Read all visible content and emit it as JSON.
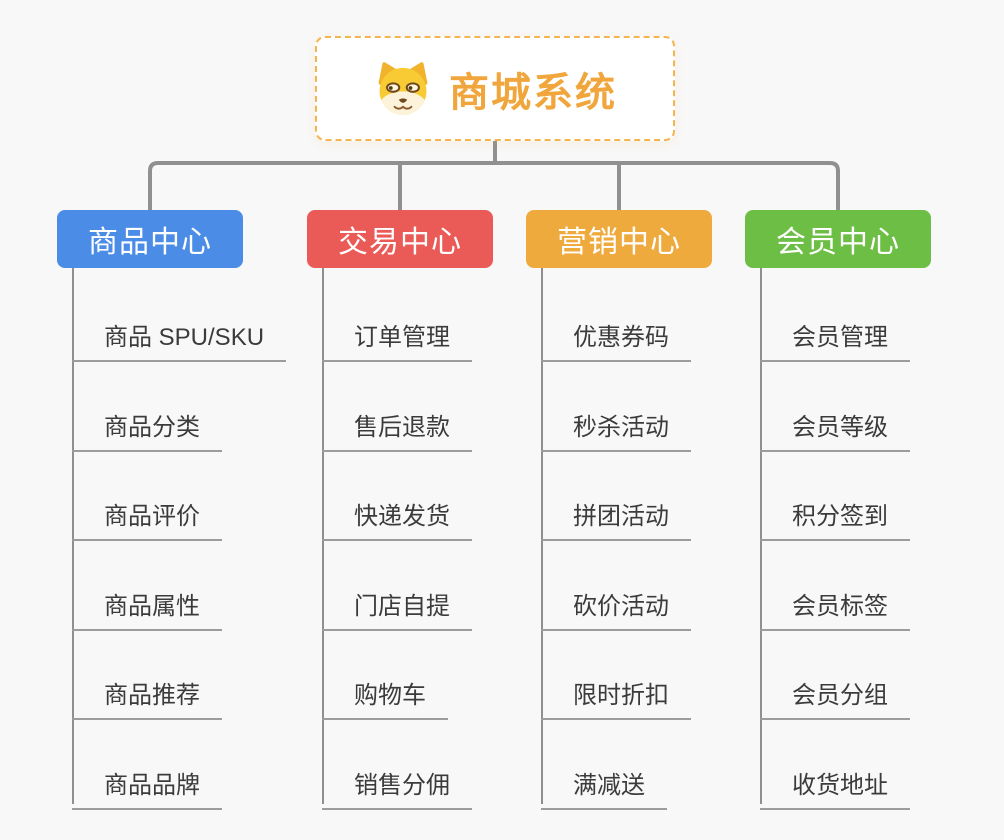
{
  "root": {
    "title": "商城系统",
    "icon": "dog-face-icon"
  },
  "colors": {
    "root_accent": "#f0a63c",
    "root_border": "#f4b44f",
    "connector_line": "#909090",
    "leaf_underline": "#9c9c9c",
    "leaf_text": "#3b3b3b",
    "background": "#f8f8f8"
  },
  "branches": [
    {
      "id": "product-center",
      "label": "商品中心",
      "color": "#4b8ce6",
      "children": [
        "商品 SPU/SKU",
        "商品分类",
        "商品评价",
        "商品属性",
        "商品推荐",
        "商品品牌"
      ]
    },
    {
      "id": "trade-center",
      "label": "交易中心",
      "color": "#ea5a56",
      "children": [
        "订单管理",
        "售后退款",
        "快递发货",
        "门店自提",
        "购物车",
        "销售分佣"
      ]
    },
    {
      "id": "marketing-center",
      "label": "营销中心",
      "color": "#efaa3e",
      "children": [
        "优惠券码",
        "秒杀活动",
        "拼团活动",
        "砍价活动",
        "限时折扣",
        "满减送"
      ]
    },
    {
      "id": "member-center",
      "label": "会员中心",
      "color": "#6cbe45",
      "children": [
        "会员管理",
        "会员等级",
        "积分签到",
        "会员标签",
        "会员分组",
        "收货地址"
      ]
    }
  ]
}
